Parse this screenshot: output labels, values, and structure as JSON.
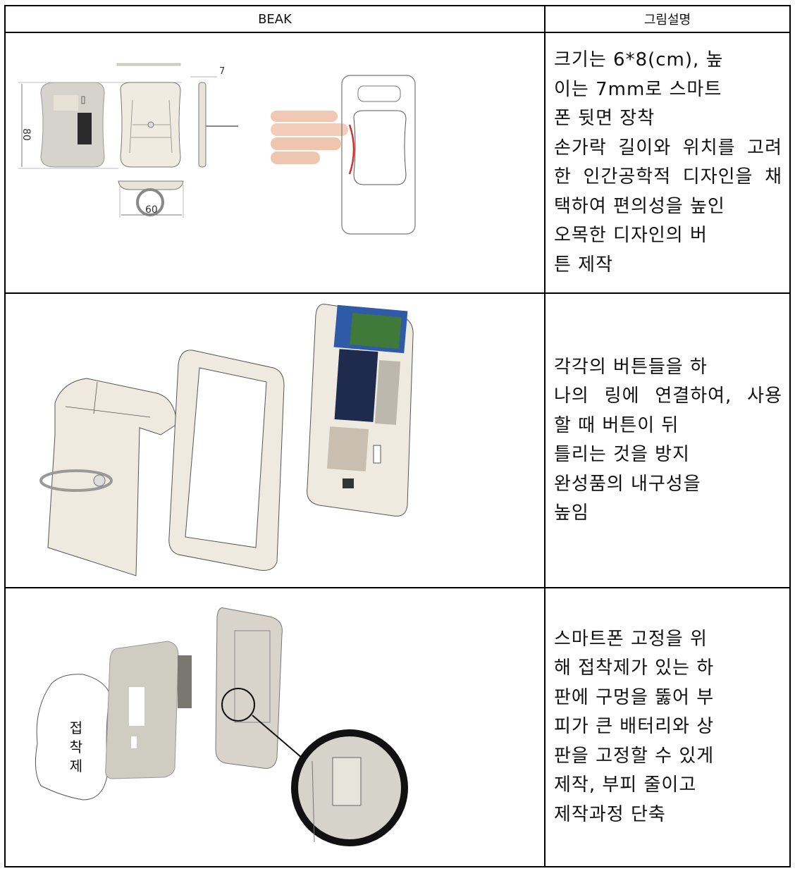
{
  "table": {
    "headers": [
      "BEAK",
      "그림설명"
    ],
    "rows": [
      {
        "figure": {
          "name": "dimension-drawing-and-finger-ergonomics",
          "labels": {
            "height": "80",
            "width": "60",
            "thickness": "7"
          },
          "accent_color": "#d32f2f"
        },
        "description_lines": [
          "크기는 6*8(cm), 높",
          "이는 7mm로 스마트",
          "폰 뒷면 장착",
          "손가락 길이와 위치를 고려",
          "한 인간공학적 디자인을 채",
          "택하여 편의성을 높인",
          "오목한 디자인의 버",
          "튼 제작"
        ]
      },
      {
        "figure": {
          "name": "exploded-assembly-view",
          "pcb_color": "#2f5aa8",
          "module_color": "#3f7a3a",
          "shell_color": "#eeeadf"
        },
        "description_lines": [
          "각각의 버튼들을 하",
          "나의 링에 연결하여, 사용",
          "할 때 버튼이 뒤",
          "틀리는 것을 방지",
          "완성품의 내구성을",
          "높임"
        ]
      },
      {
        "figure": {
          "name": "adhesive-and-bottom-plate-view",
          "adhesive_label": "접\n착\n제",
          "adhesive_chars": [
            "접",
            "착",
            "제"
          ],
          "plate_color": "#cfccc2"
        },
        "description_lines": [
          "스마트폰 고정을 위",
          "해 접착제가 있는 하",
          "판에 구멍을 뚫어 부",
          "피가 큰 배터리와 상",
          "판을 고정할 수 있게",
          "제작, 부피 줄이고",
          "제작과정 단축"
        ]
      }
    ]
  }
}
